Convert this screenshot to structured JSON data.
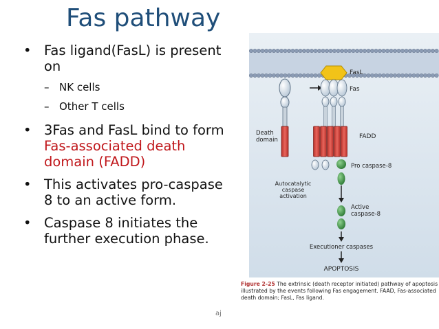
{
  "slide": {
    "title": "Fas pathway",
    "bullets": [
      {
        "text_before": "Fas ligand(FasL) is present",
        "text_before2": "on"
      },
      {
        "sub": [
          "NK cells",
          "Other T cells"
        ]
      },
      {
        "text_a": "3Fas and FasL bind to form",
        "text_red1": "Fas-associated death",
        "text_red2": "domain (FADD)"
      },
      {
        "text_a": "This activates pro-caspase",
        "text_b": "8 to an active form."
      },
      {
        "text_a": "Caspase 8 initiates the",
        "text_b": "further execution phase."
      }
    ],
    "footer": "aj"
  },
  "figure": {
    "labels": {
      "fasl": "FasL",
      "fas": "Fas",
      "death_domain_1": "Death",
      "death_domain_2": "domain",
      "fadd": "FADD",
      "pro_caspase": "Pro caspase-8",
      "auto_1": "Autocatalytic",
      "auto_2": "caspase",
      "auto_3": "activation",
      "active_1": "Active",
      "active_2": "caspase-8",
      "executioner": "Executioner caspases",
      "apoptosis": "APOPTOSIS"
    },
    "colors": {
      "background": "#dbe6ef",
      "membrane": "#8b9bb4",
      "fasl": "#f2c318",
      "death_domain": "#d9463e",
      "caspase": "#3f8c46"
    },
    "caption": {
      "label": "Figure 2-25",
      "line1": "The extrinsic (death receptor initiated) pathway of apoptosis",
      "line2": "illustrated by the events following Fas engagement. FAAD, Fas-associated",
      "line3": "death domain; FasL, Fas ligand."
    }
  }
}
